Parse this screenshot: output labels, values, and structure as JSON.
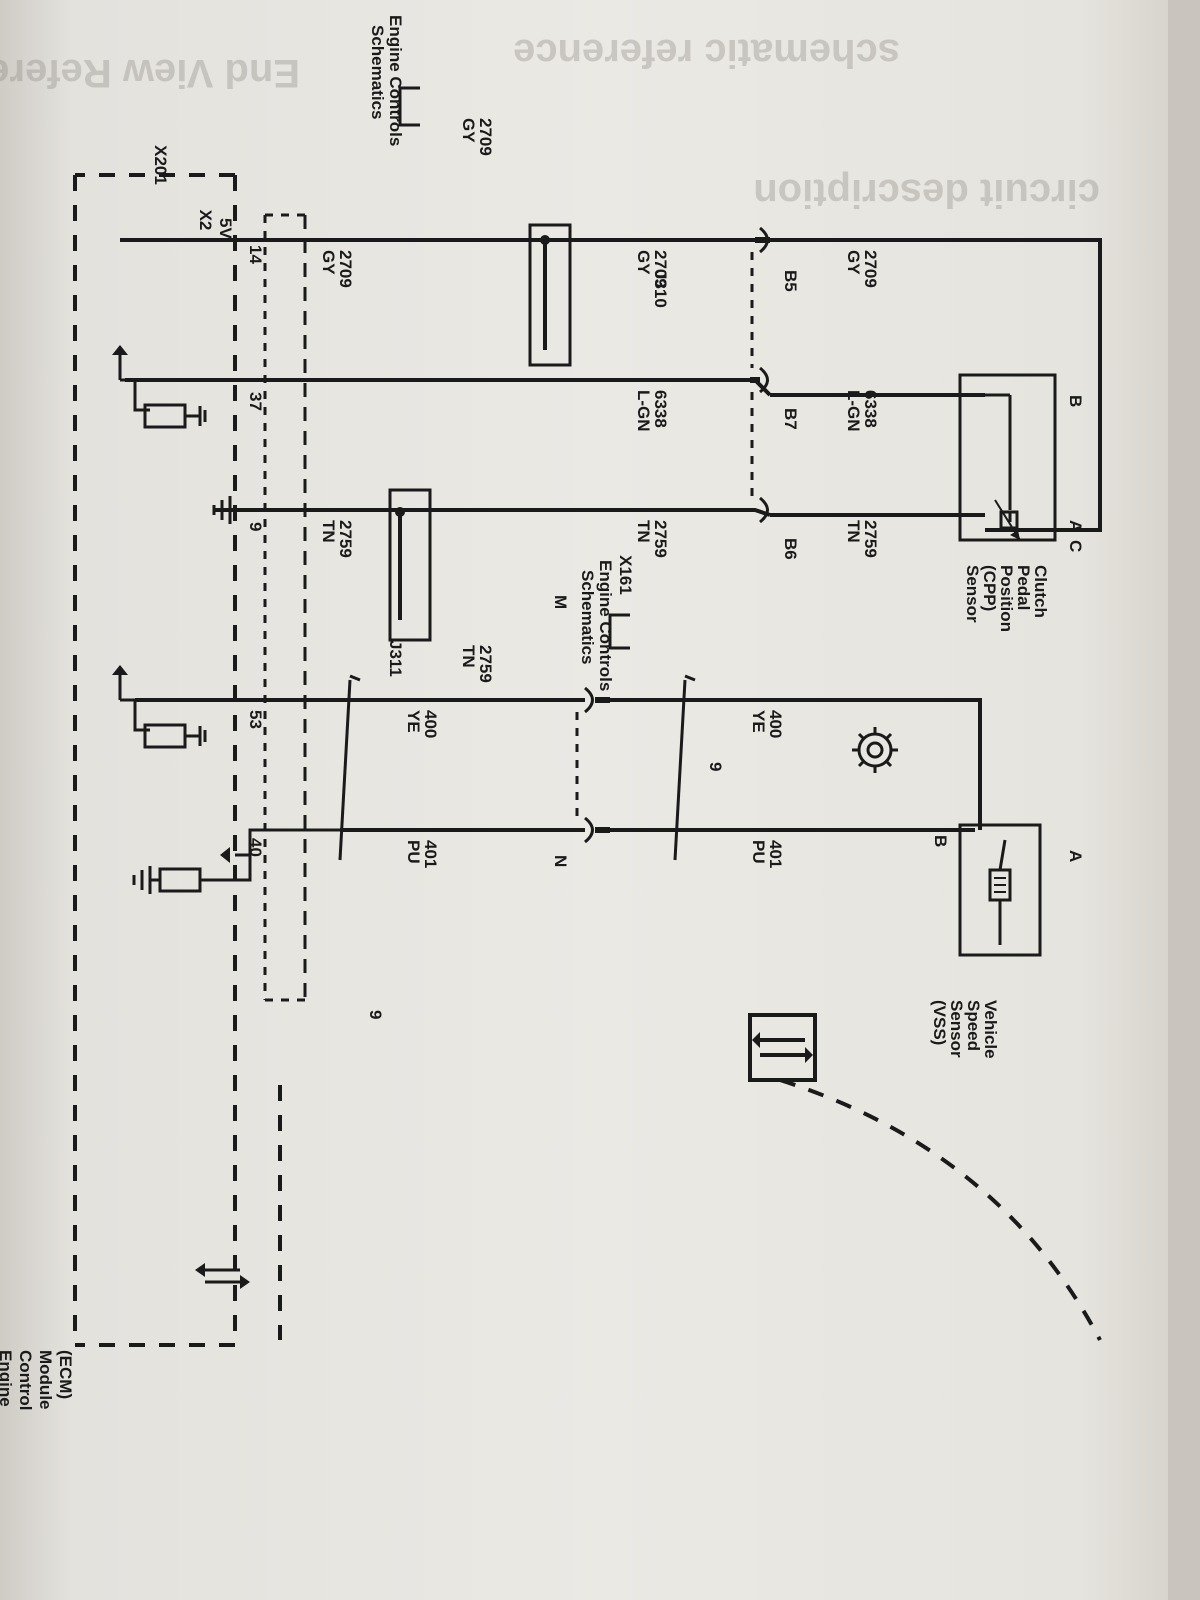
{
  "connectors": {
    "x201": "X201",
    "x2": "X2",
    "x161": "X161"
  },
  "splices": {
    "j310": "J310",
    "j311": "J311"
  },
  "pins": {
    "b5": "B5",
    "b7": "B7",
    "b6": "B6",
    "m": "M",
    "n": "N",
    "p14": "14",
    "p37": "37",
    "p9": "9",
    "p53": "53",
    "p40": "40",
    "cpp_a": "A",
    "cpp_b": "B",
    "cpp_c": "C",
    "vss_a": "A",
    "vss_b": "B"
  },
  "voltage": "5V",
  "wires": {
    "w2709_num": "2709",
    "w2709_color": "GY",
    "w6338_num": "6338",
    "w6338_color": "L-GN",
    "w2759_num": "2759",
    "w2759_color": "TN",
    "w400_num": "400",
    "w400_color": "YE",
    "w401_num": "401",
    "w401_color": "PU",
    "twist": "9"
  },
  "components": {
    "cpp": [
      "Clutch",
      "Pedal",
      "Position",
      "(CPP)",
      "Sensor"
    ],
    "vss": [
      "Vehicle",
      "Speed",
      "Sensor",
      "(VSS)"
    ],
    "ecm": [
      "Engine",
      "Control",
      "Module",
      "(ECM)"
    ]
  },
  "references": {
    "engine_controls": [
      "Engine Controls",
      "Schematics"
    ]
  },
  "icons": [
    "gear-icon",
    "bidirectional-arrows-icon",
    "pull-up-resistor-icon",
    "ground-icon",
    "data-link-icon"
  ],
  "colors": {
    "ink": "#1a1a1a",
    "paper": "#ebe9e4"
  }
}
